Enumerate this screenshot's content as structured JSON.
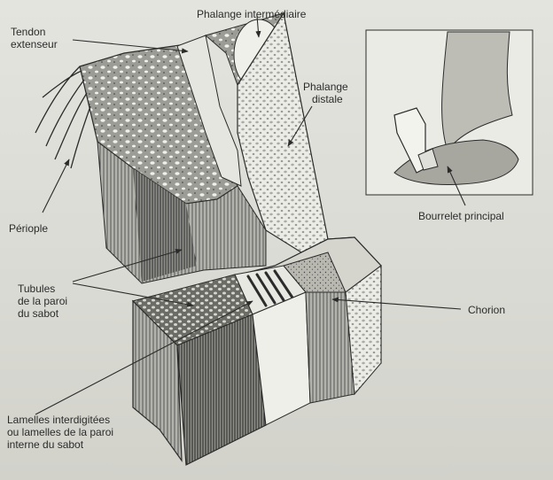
{
  "labels": {
    "tendon_line1": "Tendon",
    "tendon_line2": "extenseur",
    "phalange_intermediaire": "Phalange intermédiaire",
    "phalange_distale_line1": "Phalange",
    "phalange_distale_line2": "distale",
    "periople": "Périople",
    "tubules_line1": "Tubules",
    "tubules_line2": "de la paroi",
    "tubules_line3": "du sabot",
    "chorion": "Chorion",
    "bourrelet": "Bourrelet principal",
    "lamelles_line1": "Lamelles interdigitées",
    "lamelles_line2": "ou lamelles de la paroi",
    "lamelles_line3": "interne du sabot"
  },
  "colors": {
    "ink": "#2b2b2b",
    "paper": "#e4e4df"
  }
}
